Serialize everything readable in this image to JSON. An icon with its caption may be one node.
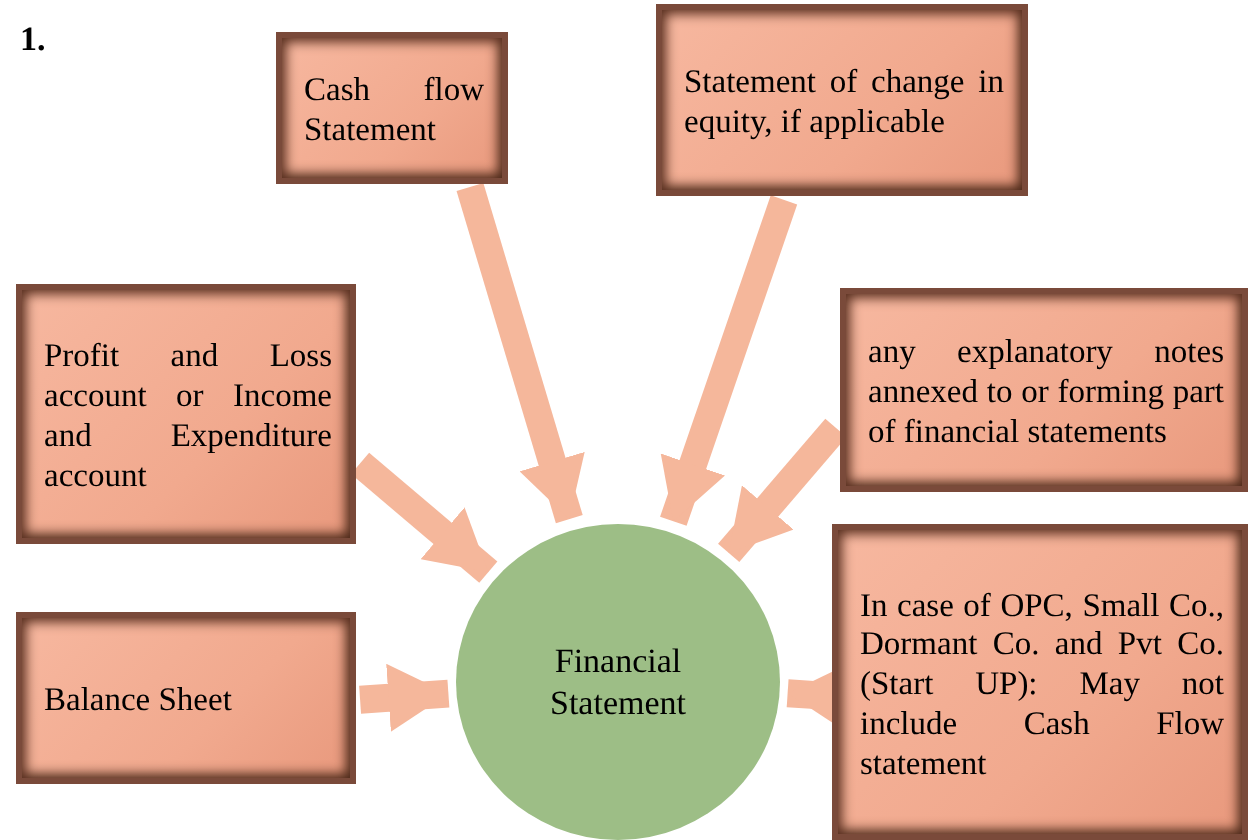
{
  "diagram": {
    "nodes": [
      {
        "text": [
          "Cash flow Statement"
        ]
      },
      {
        "text": [
          "Statement of change in equity, if applicable"
        ]
      },
      {
        "text": [
          "Profit and Loss account or Income and Expenditure account"
        ]
      },
      {
        "text": [
          "any explanatory notes annexed to or forming part of financial statements"
        ]
      },
      {
        "text": [
          "Balance Sheet"
        ]
      },
      {
        "text": [
          "Financial Statement"
        ]
      },
      {
        "text": [
          "In case of OPC, Small Co., Dormant Co. and Pvt Co. (Start UP): May not include Cash Flow statement"
        ]
      }
    ],
    "edges": [
      {
        "from": 0,
        "to": 5,
        "arrow": "to"
      },
      {
        "from": 1,
        "to": 5,
        "arrow": "to"
      },
      {
        "from": 2,
        "to": 5,
        "arrow": "to"
      },
      {
        "from": 3,
        "to": 5,
        "arrow": "to"
      },
      {
        "from": 4,
        "to": 5,
        "arrow": "to"
      },
      {
        "from": 6,
        "to": 5,
        "arrow": "to"
      }
    ],
    "labels": [
      "1."
    ]
  }
}
